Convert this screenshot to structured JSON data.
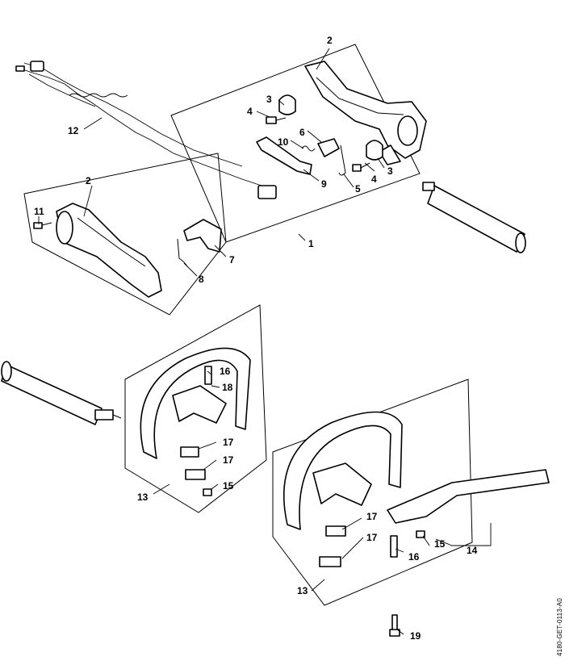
{
  "callouts": {
    "c1": "1",
    "c2a": "2",
    "c2b": "2",
    "c3a": "3",
    "c3b": "3",
    "c4a": "4",
    "c4b": "4",
    "c5": "5",
    "c6": "6",
    "c7": "7",
    "c8": "8",
    "c9": "9",
    "c10": "10",
    "c11": "11",
    "c12": "12",
    "c13a": "13",
    "c13b": "13",
    "c14": "14",
    "c15a": "15",
    "c15b": "15",
    "c16a": "16",
    "c16b": "16",
    "c17a": "17",
    "c17b": "17",
    "c17c": "17",
    "c17d": "17",
    "c18": "18",
    "c19": "19"
  },
  "reference_code": "4180-GET-0113-A0"
}
